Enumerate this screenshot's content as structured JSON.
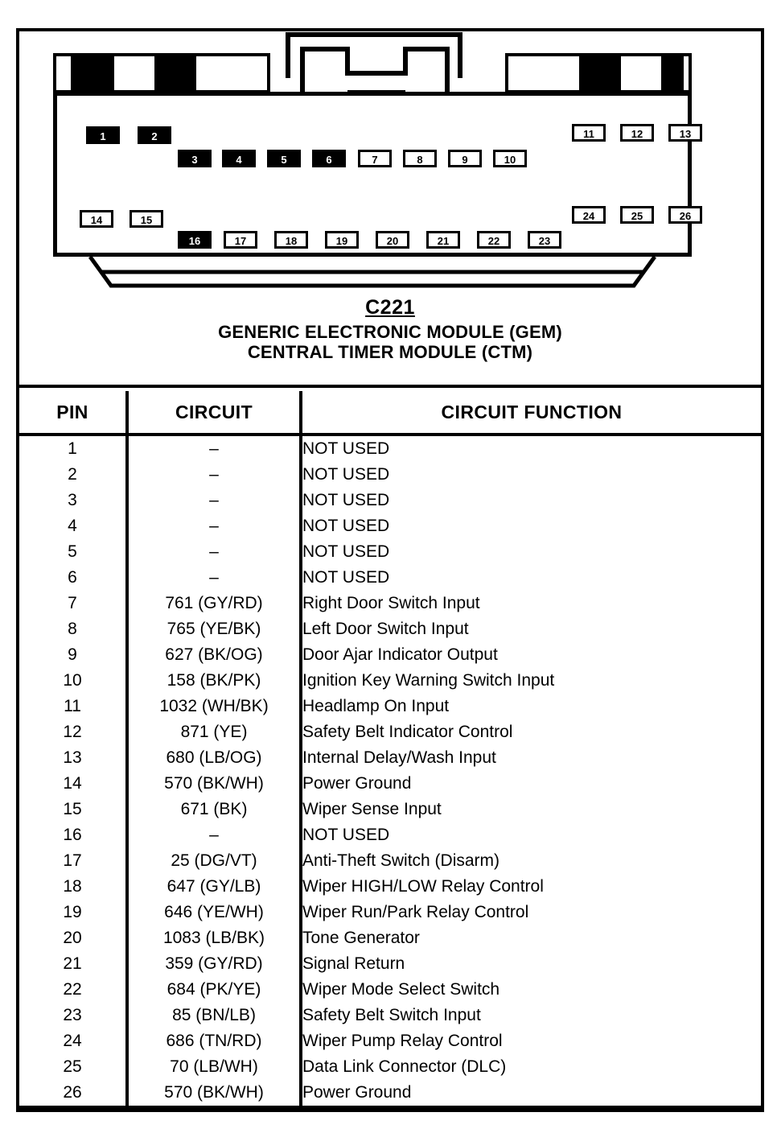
{
  "connector": {
    "id": "C221",
    "title_lines": [
      "GENERIC ELECTRONIC MODULE (GEM)",
      "CENTRAL TIMER MODULE (CTM)"
    ],
    "pin_markers": [
      {
        "n": "1",
        "style": "filled"
      },
      {
        "n": "2",
        "style": "filled"
      },
      {
        "n": "3",
        "style": "filled"
      },
      {
        "n": "4",
        "style": "filled"
      },
      {
        "n": "5",
        "style": "filled"
      },
      {
        "n": "6",
        "style": "filled"
      },
      {
        "n": "7",
        "style": "open"
      },
      {
        "n": "8",
        "style": "open"
      },
      {
        "n": "9",
        "style": "open"
      },
      {
        "n": "10",
        "style": "open"
      },
      {
        "n": "11",
        "style": "open"
      },
      {
        "n": "12",
        "style": "open"
      },
      {
        "n": "13",
        "style": "open"
      },
      {
        "n": "14",
        "style": "open"
      },
      {
        "n": "15",
        "style": "open"
      },
      {
        "n": "16",
        "style": "filled"
      },
      {
        "n": "17",
        "style": "open"
      },
      {
        "n": "18",
        "style": "open"
      },
      {
        "n": "19",
        "style": "open"
      },
      {
        "n": "20",
        "style": "open"
      },
      {
        "n": "21",
        "style": "open"
      },
      {
        "n": "22",
        "style": "open"
      },
      {
        "n": "23",
        "style": "open"
      },
      {
        "n": "24",
        "style": "open"
      },
      {
        "n": "25",
        "style": "open"
      },
      {
        "n": "26",
        "style": "open"
      }
    ]
  },
  "table": {
    "headers": [
      "PIN",
      "CIRCUIT",
      "CIRCUIT FUNCTION"
    ],
    "rows": [
      {
        "pin": "1",
        "circuit": "–",
        "function": "NOT USED"
      },
      {
        "pin": "2",
        "circuit": "–",
        "function": "NOT USED"
      },
      {
        "pin": "3",
        "circuit": "–",
        "function": "NOT USED"
      },
      {
        "pin": "4",
        "circuit": "–",
        "function": "NOT USED"
      },
      {
        "pin": "5",
        "circuit": "–",
        "function": "NOT USED"
      },
      {
        "pin": "6",
        "circuit": "–",
        "function": "NOT USED"
      },
      {
        "pin": "7",
        "circuit": "761 (GY/RD)",
        "function": "Right Door Switch Input"
      },
      {
        "pin": "8",
        "circuit": "765 (YE/BK)",
        "function": "Left Door Switch Input"
      },
      {
        "pin": "9",
        "circuit": "627 (BK/OG)",
        "function": "Door Ajar Indicator Output"
      },
      {
        "pin": "10",
        "circuit": "158 (BK/PK)",
        "function": "Ignition Key Warning Switch Input"
      },
      {
        "pin": "11",
        "circuit": "1032 (WH/BK)",
        "function": "Headlamp On Input"
      },
      {
        "pin": "12",
        "circuit": "871 (YE)",
        "function": "Safety Belt Indicator Control"
      },
      {
        "pin": "13",
        "circuit": "680 (LB/OG)",
        "function": "Internal Delay/Wash Input"
      },
      {
        "pin": "14",
        "circuit": "570 (BK/WH)",
        "function": "Power Ground"
      },
      {
        "pin": "15",
        "circuit": "671 (BK)",
        "function": "Wiper Sense Input"
      },
      {
        "pin": "16",
        "circuit": "–",
        "function": "NOT USED"
      },
      {
        "pin": "17",
        "circuit": "25 (DG/VT)",
        "function": "Anti-Theft Switch (Disarm)"
      },
      {
        "pin": "18",
        "circuit": "647 (GY/LB)",
        "function": "Wiper HIGH/LOW Relay Control"
      },
      {
        "pin": "19",
        "circuit": "646 (YE/WH)",
        "function": "Wiper Run/Park Relay Control"
      },
      {
        "pin": "20",
        "circuit": "1083 (LB/BK)",
        "function": "Tone Generator"
      },
      {
        "pin": "21",
        "circuit": "359 (GY/RD)",
        "function": "Signal Return"
      },
      {
        "pin": "22",
        "circuit": "684 (PK/YE)",
        "function": "Wiper Mode Select Switch"
      },
      {
        "pin": "23",
        "circuit": "85 (BN/LB)",
        "function": "Safety Belt Switch Input"
      },
      {
        "pin": "24",
        "circuit": "686 (TN/RD)",
        "function": "Wiper Pump Relay Control"
      },
      {
        "pin": "25",
        "circuit": "70 (LB/WH)",
        "function": "Data Link Connector (DLC)"
      },
      {
        "pin": "26",
        "circuit": "570 (BK/WH)",
        "function": "Power Ground"
      }
    ]
  },
  "colors": {
    "ink": "#000000",
    "paper": "#ffffff"
  }
}
